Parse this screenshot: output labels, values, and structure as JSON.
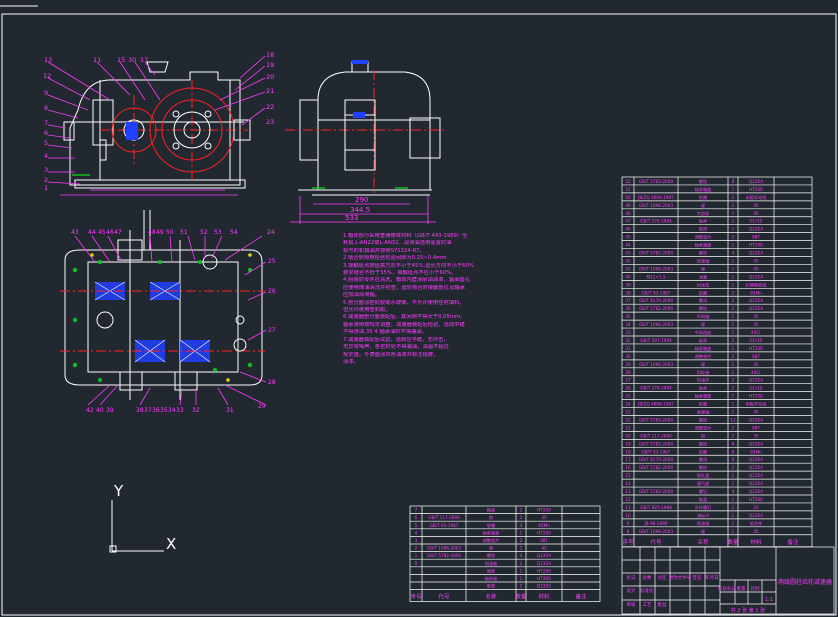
{
  "drawing": {
    "background": "#212830",
    "colors": {
      "outline": "#ffffff",
      "dimension": "#ff3cff",
      "center": "#ff2020",
      "section": "#2040ff",
      "green": "#10c020",
      "yellow": "#e0d020",
      "cyan": "#30d0d0",
      "table_text": "#ff3cff"
    }
  },
  "front_view": {
    "balloons_top": [
      "13",
      "11",
      "15",
      "30",
      "17"
    ],
    "balloons_left": [
      "12",
      "9",
      "8",
      "7",
      "6",
      "5",
      "4",
      "3",
      "2",
      "1"
    ],
    "balloons_right": [
      "18",
      "19",
      "20",
      "21",
      "22",
      "23"
    ]
  },
  "side_view": {
    "dimensions": [
      "290",
      "344.5",
      "533"
    ]
  },
  "top_view": {
    "balloons_top": [
      "43",
      "44",
      "45",
      "46",
      "47",
      "48",
      "49",
      "50",
      "51",
      "52",
      "53",
      "54"
    ],
    "balloons_right": [
      "24",
      "25",
      "26",
      "27",
      "28"
    ],
    "balloons_bottom": [
      "42",
      "40",
      "39",
      "38",
      "37",
      "36",
      "35",
      "34",
      "33",
      "32",
      "31",
      "29"
    ]
  },
  "notes": [
    "1.箱体部分采用普通铸铁材料（GB/T 443-1989）全",
    "  耗损,L-AN22或L-AN32。润滑油选用适宜的油",
    "  标号的机械油并按照SY1324-87。",
    "2.啮合侧隙用铅丝检验间隙为0.25~0.4mm",
    "3.接触斑点按齿高方向不小于45%,齿长方向不小于60%",
    "  要求啮合不低于35%，接触斑点不应小于60%。",
    "4.组装前零件应清洗，箱体内壁涂耐油油漆，轴承座孔",
    "  应使用煤油清洗并检查，齿轮啮合时接触部位及轴承",
    "  应加油润滑脂。",
    "5.剖分面涂密封胶或水玻璃，不允许使用任何填料，",
    "  但允许使用密封胶。",
    "6.减速器剖分面装配后，其间隙不得大于0.05mm。",
    "  轴承游隙按规定调整，减速器装配后检验，运动平稳",
    "  不得渗油,35    4 轴承油封不得漏油。",
    "7.减速器装配后试验，运转应平稳，无冲击，",
    "  无异常噪声，各密封处不得漏油，油温不超过",
    "  规定值。外表面涂灰色油漆并标注铭牌，",
    "  涂漆。"
  ],
  "bom_right": {
    "rows": [
      [
        "52",
        "GB/T 5783-2000",
        "螺栓",
        "8",
        "Q235A"
      ],
      [
        "51",
        "",
        "轴承端盖",
        "1",
        "HT200"
      ],
      [
        "50",
        "JB/ZQ 4606-1997",
        "毡圈",
        "1",
        "半粗羊毛毡"
      ],
      [
        "49",
        "GB/T 1096-2003",
        "键",
        "1",
        "45"
      ],
      [
        "48",
        "",
        "大齿轮",
        "1",
        "45"
      ],
      [
        "47",
        "GB/T 276-1994",
        "轴承",
        "2",
        "GCr15"
      ],
      [
        "46",
        "",
        "套筒",
        "1",
        "Q235A"
      ],
      [
        "45",
        "",
        "调整垫片",
        "2",
        "08F"
      ],
      [
        "44",
        "",
        "轴承端盖",
        "1",
        "HT200"
      ],
      [
        "43",
        "GB/T 5782-2000",
        "螺栓",
        "4",
        "Q235A"
      ],
      [
        "42",
        "",
        "低速轴",
        "1",
        "45"
      ],
      [
        "41",
        "GB/T 1096-2003",
        "键",
        "1",
        "45"
      ],
      [
        "40",
        "M12×1.5",
        "油塞",
        "1",
        "Q235A"
      ],
      [
        "39",
        "",
        "封油垫",
        "1",
        "石棉橡胶纸"
      ],
      [
        "38",
        "GB/T 93-1987",
        "垫圈",
        "2",
        "65Mn"
      ],
      [
        "37",
        "GB/T 6170-2000",
        "螺母",
        "2",
        "Q235A"
      ],
      [
        "36",
        "GB/T 5782-2000",
        "螺栓",
        "2",
        "Q235A"
      ],
      [
        "35",
        "",
        "中间轴",
        "1",
        "45"
      ],
      [
        "34",
        "GB/T 1096-2003",
        "键",
        "1",
        "45"
      ],
      [
        "33",
        "",
        "中间齿轮",
        "1",
        "40Cr"
      ],
      [
        "32",
        "GB/T 297-1994",
        "轴承",
        "2",
        "GCr15"
      ],
      [
        "31",
        "",
        "轴承端盖",
        "1",
        "HT200"
      ],
      [
        "30",
        "",
        "调整垫片",
        "2",
        "08F"
      ],
      [
        "29",
        "GB/T 1096-2003",
        "键",
        "1",
        "45"
      ],
      [
        "28",
        "",
        "齿轮轴",
        "1",
        "40Cr"
      ],
      [
        "27",
        "",
        "挡油环",
        "2",
        "Q235A"
      ],
      [
        "26",
        "GB/T 276-1994",
        "轴承",
        "2",
        "GCr15"
      ],
      [
        "25",
        "",
        "轴承端盖",
        "1",
        "HT200"
      ],
      [
        "24",
        "JB/ZQ 4606-1997",
        "毡圈",
        "1",
        "半粗羊毛毡"
      ],
      [
        "23",
        "",
        "高速轴",
        "1",
        "45"
      ],
      [
        "22",
        "GB/T 5783-2000",
        "螺栓",
        "12",
        "Q235A"
      ],
      [
        "21",
        "",
        "调整垫片",
        "2",
        "08F"
      ],
      [
        "20",
        "GB/T 117-2000",
        "销",
        "2",
        "35"
      ],
      [
        "19",
        "GB/T 5782-2000",
        "螺栓",
        "6",
        "Q235A"
      ],
      [
        "18",
        "GB/T 93-1987",
        "垫圈",
        "6",
        "65Mn"
      ],
      [
        "17",
        "GB/T 6170-2000",
        "螺母",
        "6",
        "Q235A"
      ],
      [
        "16",
        "GB/T 5782-2000",
        "螺栓",
        "2",
        "Q235A"
      ],
      [
        "15",
        "",
        "视孔盖",
        "1",
        "Q235A"
      ],
      [
        "14",
        "",
        "通气器",
        "1",
        "Q235A"
      ],
      [
        "13",
        "GB/T 5783-2000",
        "螺钉",
        "4",
        "Q235A"
      ],
      [
        "12",
        "",
        "箱盖",
        "1",
        "HT200"
      ],
      [
        "11",
        "GB/T 825-1988",
        "吊环螺钉",
        "2",
        "20"
      ],
      [
        "10",
        "",
        "油标尺",
        "1",
        "Q235A"
      ],
      [
        "9",
        "JB 98-1990",
        "视油镜",
        "1",
        "组合件"
      ],
      [
        "8",
        "GB/T 1096-2003",
        "键",
        "1",
        "45"
      ]
    ],
    "header": [
      "序号",
      "代号",
      "名称",
      "数量",
      "材料",
      "备注"
    ]
  },
  "bom_left": {
    "rows": [
      [
        "7",
        "",
        "箱座",
        "1",
        "HT200"
      ],
      [
        "6",
        "GB/T 117-2000",
        "销",
        "2",
        "35"
      ],
      [
        "5",
        "GB/T 93-1987",
        "垫圈",
        "4",
        "65Mn"
      ],
      [
        "4",
        "",
        "轴承端盖",
        "1",
        "HT200"
      ],
      [
        "3",
        "",
        "调整垫片",
        "2",
        "08F"
      ],
      [
        "2",
        "GB/T 1096-2003",
        "键",
        "1",
        "45"
      ],
      [
        "1",
        "GB/T 5782-2000",
        "螺栓",
        "4",
        "Q235A"
      ],
      [
        "0",
        "",
        "挡油板",
        "2",
        "Q235A"
      ],
      [
        "",
        "",
        "端盖",
        "1",
        "HT200"
      ],
      [
        "",
        "",
        "轴承座",
        "1",
        "HT200"
      ],
      [
        "",
        "",
        "套筒",
        "2",
        "Q235A"
      ]
    ],
    "header": [
      "序号",
      "代号",
      "名称",
      "数量",
      "材料",
      "备注"
    ]
  },
  "title_block": {
    "title": "两级圆柱齿轮减速器",
    "labels": [
      "标记",
      "处数",
      "分区",
      "更改文件号",
      "签名",
      "年月日",
      "设计",
      "标准化",
      "审核",
      "工艺",
      "批准",
      "阶段标记",
      "重量",
      "比例"
    ],
    "scale": "1:1",
    "sheet": "共 2 张  第 1 张"
  },
  "ucs": {
    "x_label": "X",
    "y_label": "Y"
  }
}
